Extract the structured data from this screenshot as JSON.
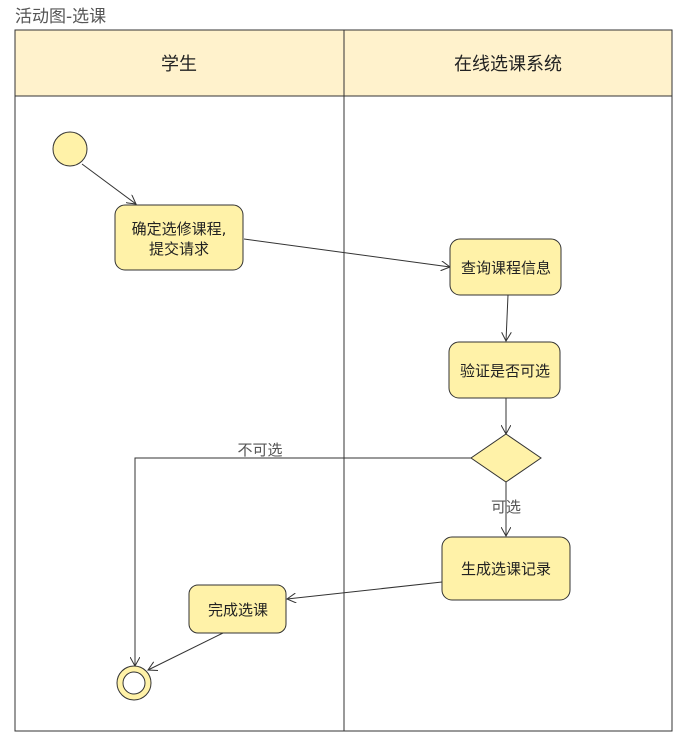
{
  "diagram": {
    "title": "活动图-选课",
    "lanes": [
      {
        "label": "学生"
      },
      {
        "label": "在线选课系统"
      }
    ],
    "nodes": {
      "confirm": {
        "line1": "确定选修课程,",
        "line2": "提交请求"
      },
      "query": {
        "label": "查询课程信息"
      },
      "verify": {
        "label": "验证是否可选"
      },
      "generate": {
        "label": "生成选课记录"
      },
      "complete": {
        "label": "完成选课"
      }
    },
    "edges": {
      "not_selectable": "不可选",
      "selectable": "可选"
    },
    "colors": {
      "header_fill": "#fff2cc",
      "node_fill": "#fff2a8",
      "stroke": "#333333",
      "title": "#555555",
      "text": "#222222"
    }
  }
}
